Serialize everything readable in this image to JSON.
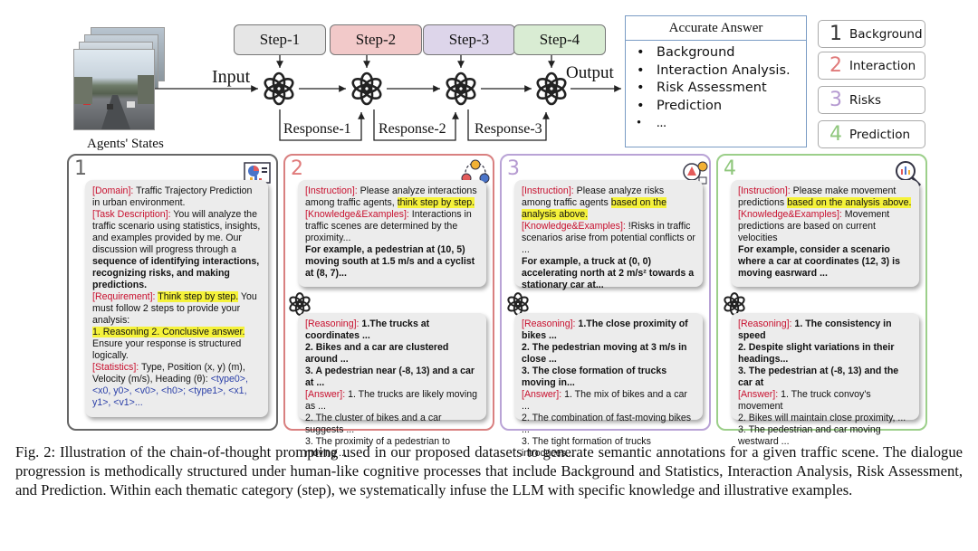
{
  "flow": {
    "input_label": "Input",
    "output_label": "Output",
    "agents_label": "Agents' States",
    "steps": [
      "Step-1",
      "Step-2",
      "Step-3",
      "Step-4"
    ],
    "step_colors": [
      "#e6e6e6",
      "#f2c9c9",
      "#ddd5ea",
      "#d9ecd3"
    ],
    "responses": [
      "Response-1",
      "Response-2",
      "Response-3"
    ]
  },
  "answer": {
    "title": "Accurate Answer",
    "items": [
      "Background",
      "Interaction Analysis.",
      "Risk Assessment",
      "Prediction",
      "..."
    ]
  },
  "legend": [
    {
      "num": "1",
      "label": "Background",
      "color": "#333333"
    },
    {
      "num": "2",
      "label": "Interaction",
      "color": "#e07a7a"
    },
    {
      "num": "3",
      "label": "Risks",
      "color": "#b59ad1"
    },
    {
      "num": "4",
      "label": "Prediction",
      "color": "#8fc77c"
    }
  ],
  "panels": {
    "p1": {
      "num": "1",
      "border": "#666666",
      "domain_tag": "[Domain]:",
      "domain_text": " Traffic Trajectory Prediction in urban environment.",
      "task_tag": "[Task Description]:",
      "task_text": " You will analyze the traffic scenario using statistics, insights, and examples provided by me. Our discussion will progress through a ",
      "task_bold": "sequence of identifying interactions, recognizing risks, and making predictions.",
      "req_tag": "[Requirement]:",
      "req_hl": "Think step by step.",
      "req_text": " You must follow 2 steps to provide your analysis:",
      "req_steps": "1. Reasoning 2. Conclusive answer.",
      "req_text2": "Ensure your response is structured logically.",
      "stat_tag": "[Statistics]:",
      "stat_text": " Type, Position (x, y) (m), Velocity (m/s), Heading (θ): ",
      "stat_blue": "<type0>, <x0, y0>, <v0>, <h0>; <type1>, <x1, y1>, <v1>..."
    },
    "p2": {
      "num": "2",
      "border": "#d98080",
      "ins_tag": "[Instruction]:",
      "ins_text": " Please analyze interactions among traffic agents, ",
      "ins_hl": "think step by step.",
      "ke_tag": "[Knowledge&Examples]:",
      "ke_text": " Interactions in traffic scenes are determined by the proximity...",
      "ke_bold": "For example, a pedestrian at (10, 5) moving south at 1.5 m/s and a cyclist at (8, 7)...",
      "rs_tag": "[Reasoning]:",
      "rs_bold1": " 1.The trucks at coordinates ...",
      "rs_bold2": "2. Bikes and a car are clustered around ...",
      "rs_bold3": "3. A pedestrian near (-8, 13) and a car at ...",
      "an_tag": "[Answer]:",
      "an_text1": " 1. The trucks are likely moving as ...",
      "an_text2": "2. The cluster of bikes and a car suggests ...",
      "an_text3": "3. The proximity of a pedestrian to moving ..."
    },
    "p3": {
      "num": "3",
      "border": "#b9a3d6",
      "ins_tag": "[Instruction]:",
      "ins_text": " Please analyze risks among traffic agents ",
      "ins_hl": "based on the analysis above.",
      "ke_tag": "[Knowledge&Examples]:",
      "ke_text": " !Risks in traffic scenarios arise from potential conflicts or ...",
      "ke_bold": "For example, a truck at (0, 0) accelerating north at 2 m/s² towards a stationary car at...",
      "rs_tag": "[Reasoning]:",
      "rs_bold1": " 1.The close proximity of bikes ...",
      "rs_bold2": "2. The pedestrian moving at 3 m/s in close ...",
      "rs_bold3": "3. The close formation of trucks moving in...",
      "an_tag": "[Answer]:",
      "an_text1": " 1. The mix of bikes and a car ...",
      "an_text2": "2. The combination of fast-moving bikes ...",
      "an_text3": "3. The tight formation of trucks introduces..."
    },
    "p4": {
      "num": "4",
      "border": "#9ccf8a",
      "ins_tag": "[Instruction]:",
      "ins_text": " Please make movement predictions ",
      "ins_hl": "based on the analysis above.",
      "ke_tag": "[Knowledge&Examples]:",
      "ke_text": " Movement predictions are based on current velocities",
      "ke_bold": "For example, consider a scenario where a car at coordinates (12, 3) is moving easrward ...",
      "rs_tag": "[Reasoning]:",
      "rs_bold1": " 1. The consistency in speed",
      "rs_bold2": "2. Despite slight variations in their headings...",
      "rs_bold3": "3. The pedestrian at (-8, 13) and the car at",
      "an_tag": "[Answer]:",
      "an_text1": " 1. The truck convoy's movement",
      "an_text2": "2. Bikes will maintain close proximity,  ...",
      "an_text3": "3. The pedestrian and car moving westward ..."
    }
  },
  "caption": "Fig. 2: Illustration of the chain-of-thought prompting used in our proposed datasets to generate semantic annotations for a given traffic scene. The dialogue progression is methodically structured under human-like cognitive processes that include Background and Statistics, Interaction Analysis, Risk Assessment, and Prediction. Within each thematic category (step), we systematically infuse the LLM with specific knowledge and illustrative examples."
}
